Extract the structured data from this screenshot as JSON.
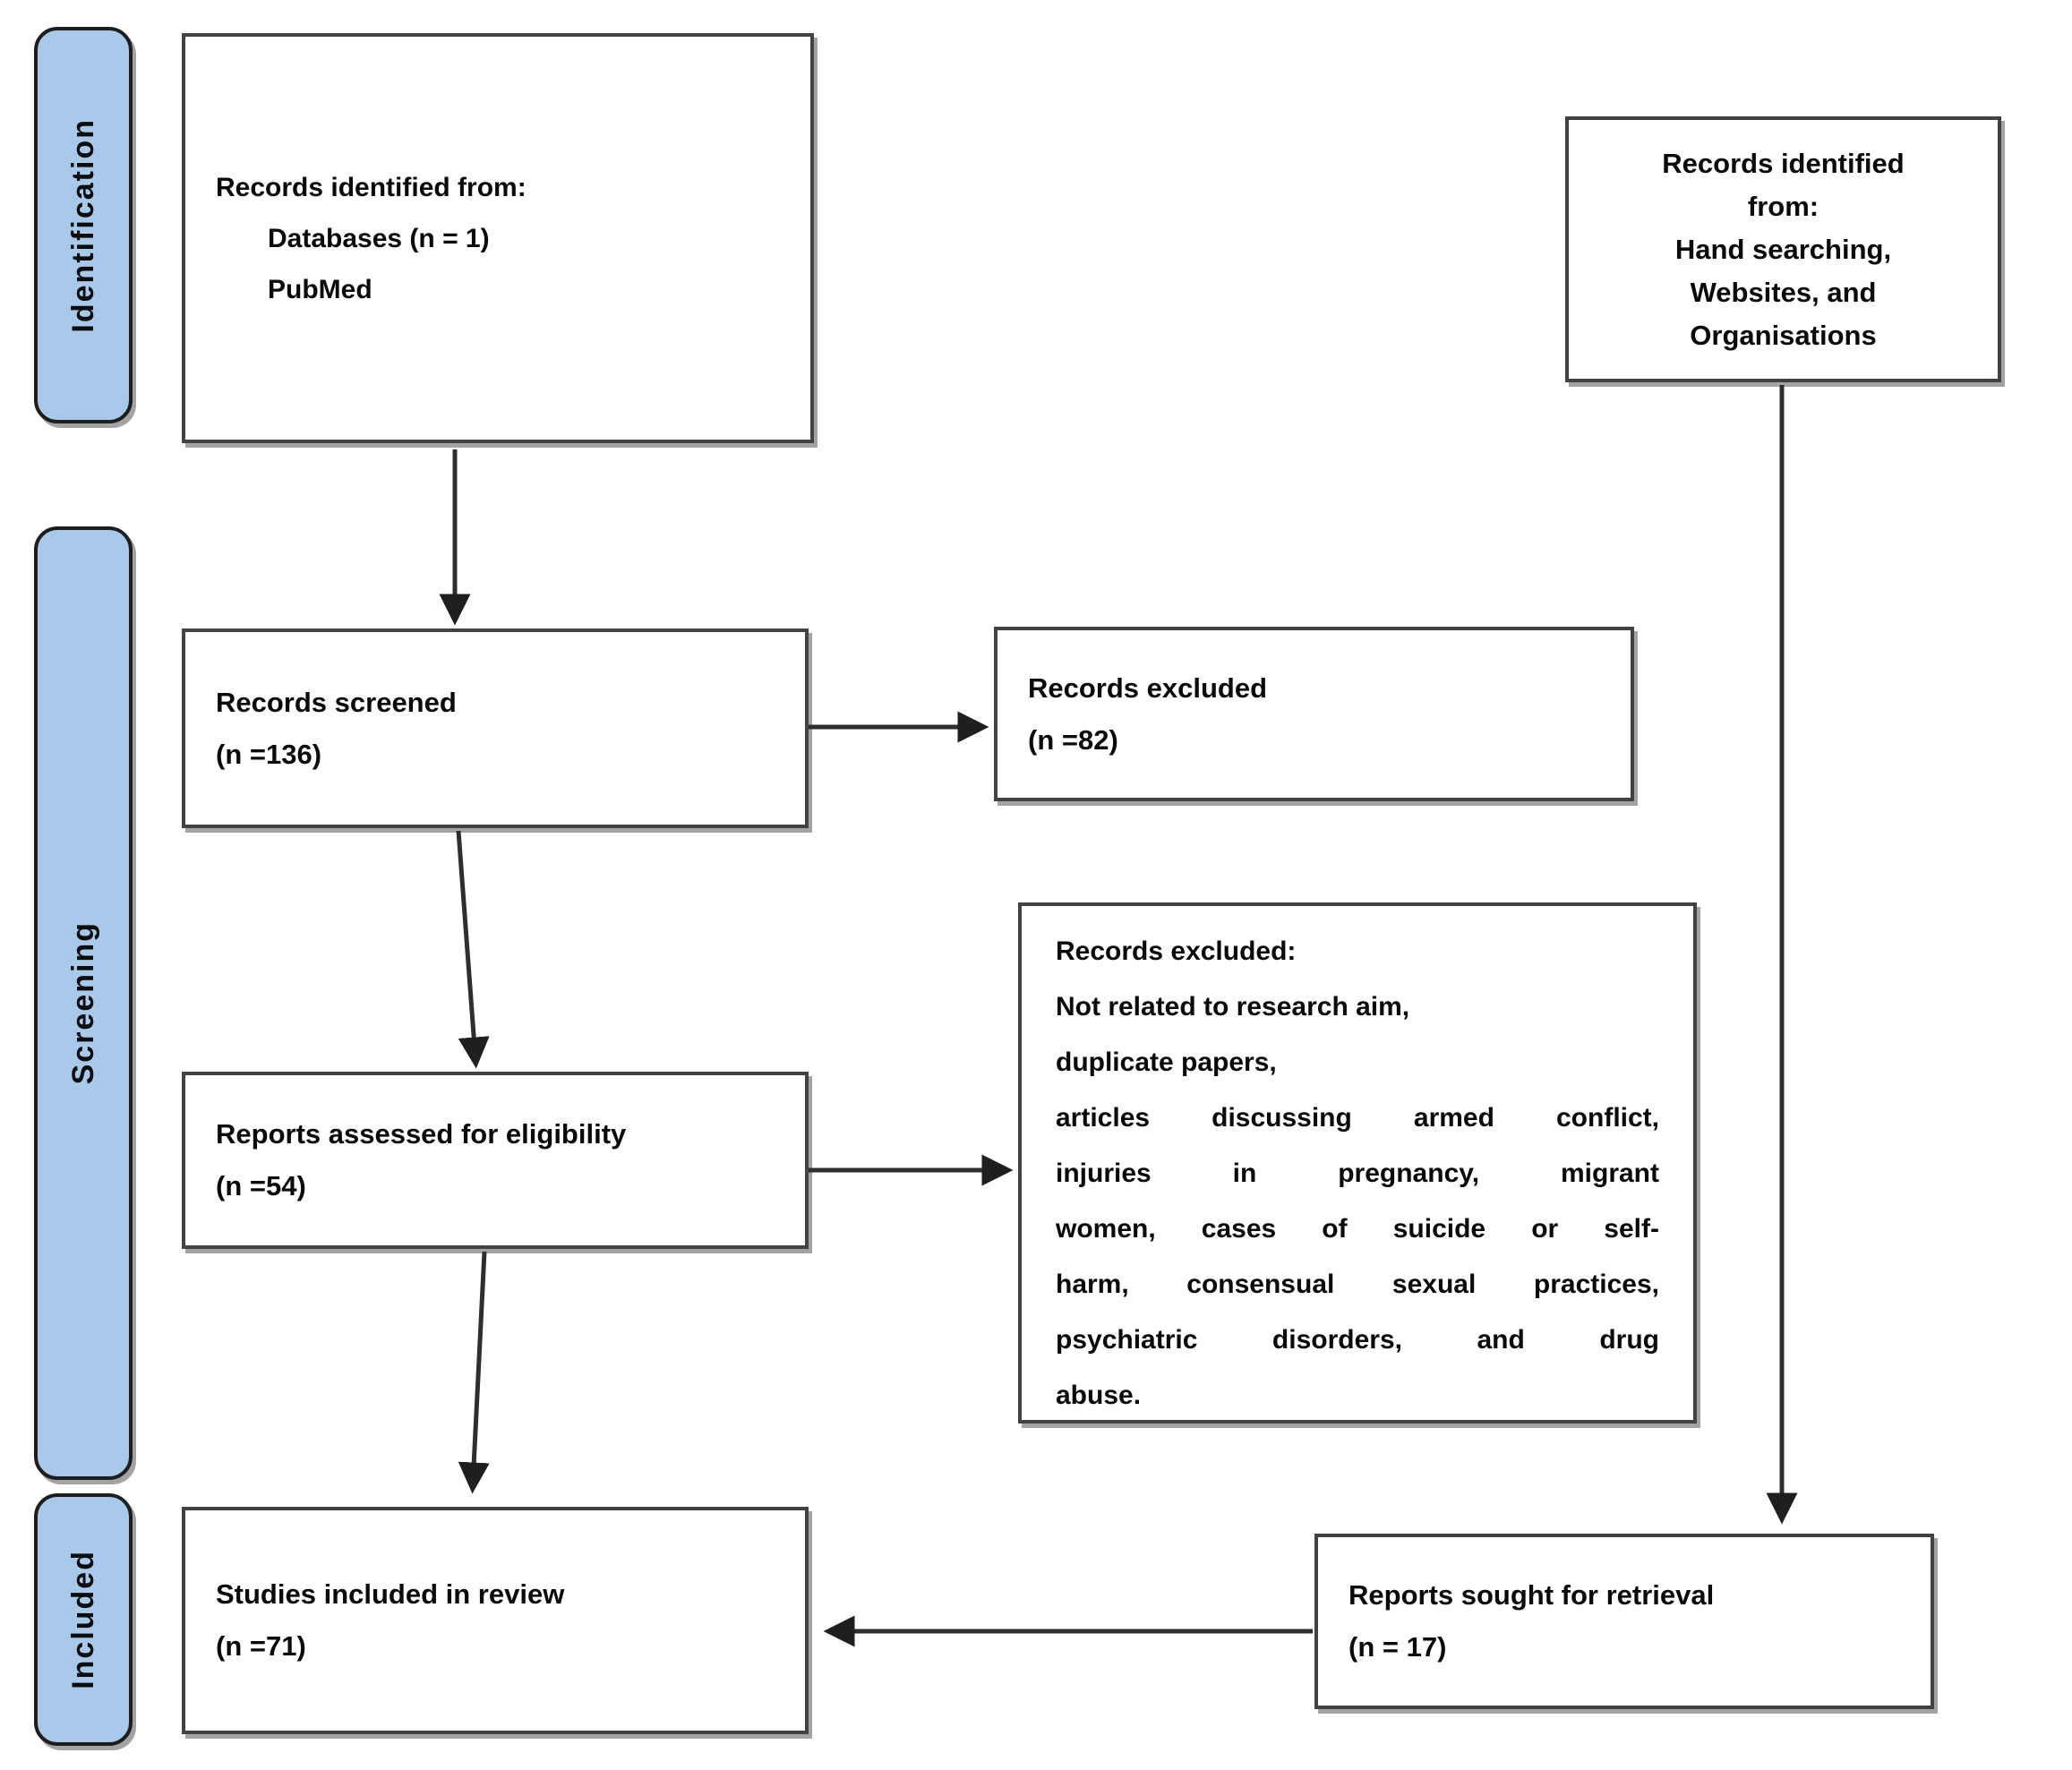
{
  "diagram": {
    "type": "prisma-flow",
    "stages": {
      "identification": "Identification",
      "screening": "Screening",
      "included": "Included"
    },
    "boxes": {
      "db_identified": {
        "line1": "Records identified from:",
        "line2": "Databases (n = 1)",
        "line3": "PubMed"
      },
      "other_identified": {
        "line1": "Records identified",
        "line2": "from:",
        "line3": "Hand searching,",
        "line4": "Websites, and",
        "line5": "Organisations"
      },
      "records_screened": {
        "line1": "Records screened",
        "line2": "(n =136)"
      },
      "records_excluded": {
        "line1": "Records excluded",
        "line2": "(n =82)"
      },
      "reports_assessed": {
        "line1": "Reports assessed for eligibility",
        "line2": "(n =54)"
      },
      "exclusion_reasons": {
        "lines": [
          "Records excluded:",
          "Not related to research aim,",
          "duplicate papers,",
          "articles discussing armed conflict,",
          "injuries in pregnancy, migrant",
          "women, cases of suicide or self-",
          "harm, consensual sexual practices,",
          "psychiatric disorders, and drug",
          "abuse."
        ]
      },
      "studies_included": {
        "line1": "Studies included in review",
        "line2": "(n =71)"
      },
      "reports_sought": {
        "line1": "Reports sought for retrieval",
        "line2": "(n = 17)"
      }
    },
    "colors": {
      "stage_fill": "#a9c9ea",
      "stage_border": "#1e1e1e",
      "box_border": "#424242",
      "box_shadow": "#a3a3a3",
      "arrow": "#2e2e2e",
      "text": "#0a0a0a",
      "background": "#ffffff"
    }
  }
}
